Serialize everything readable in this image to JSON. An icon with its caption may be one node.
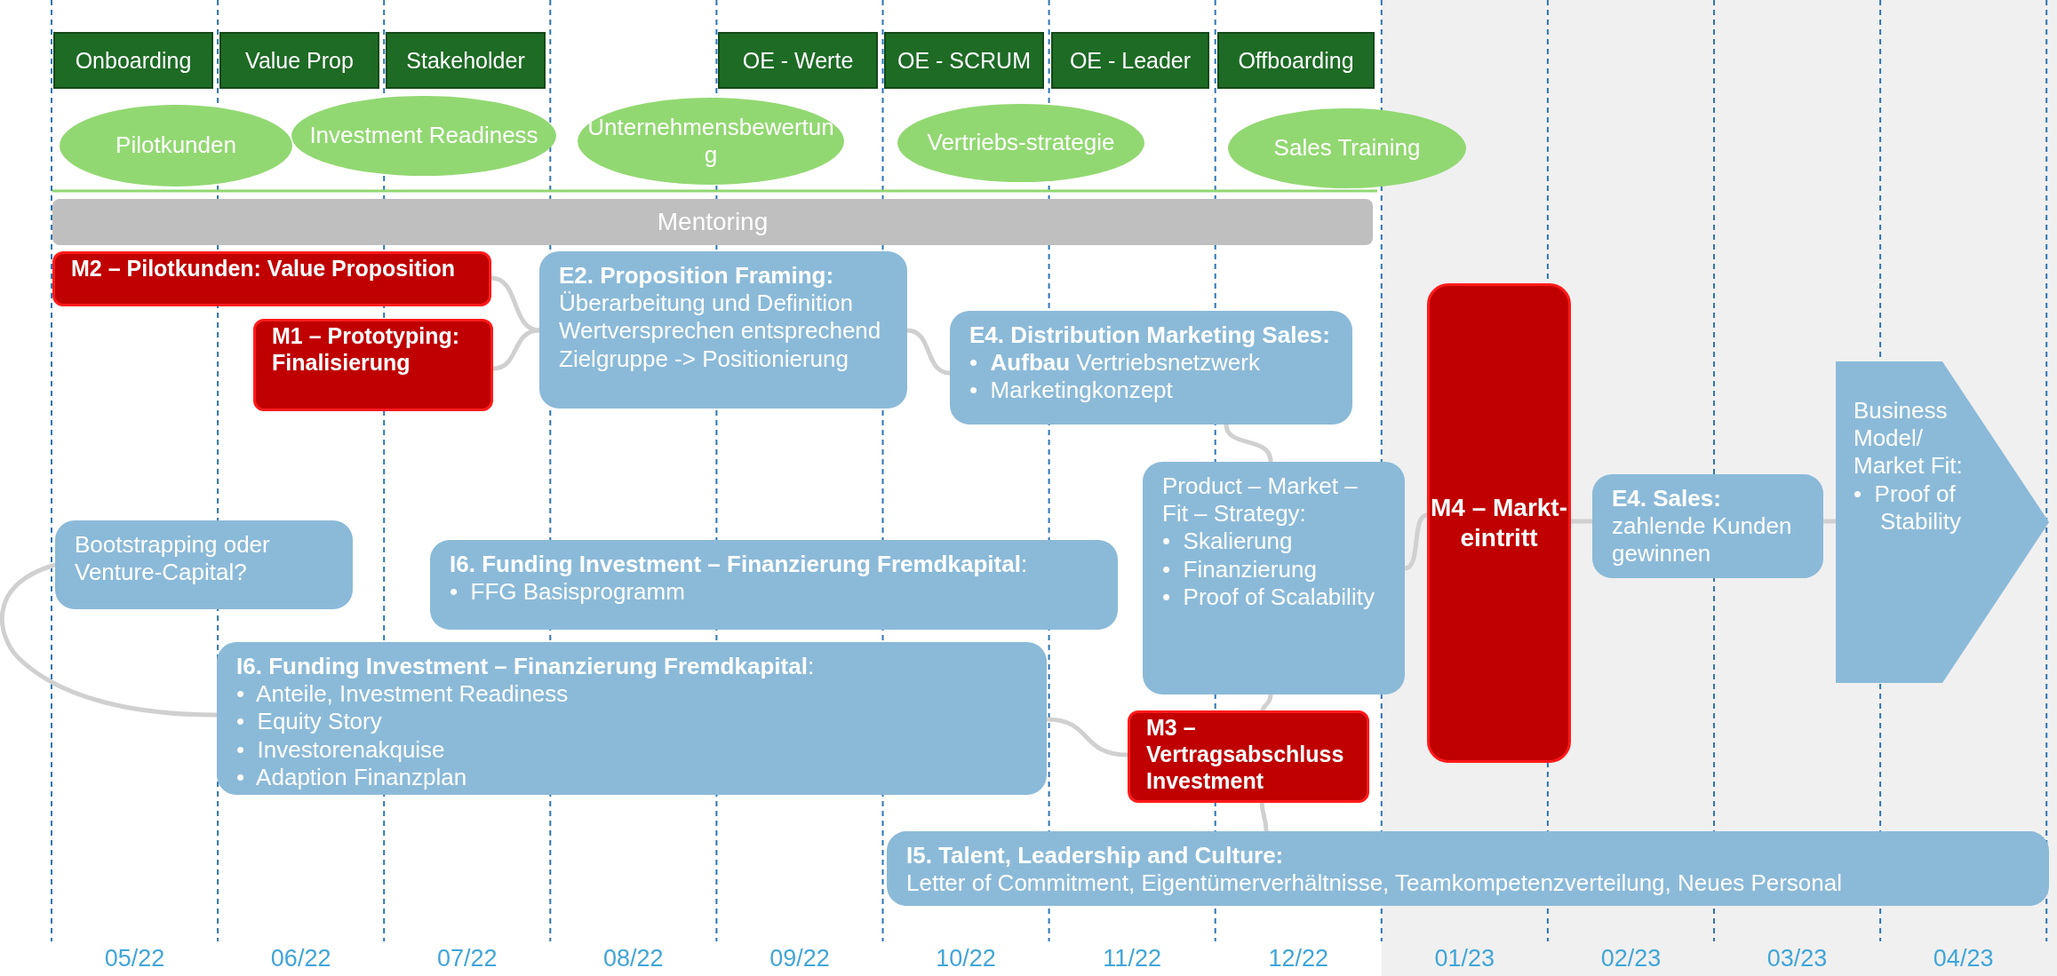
{
  "diagram": {
    "nodes": [
      {
        "text": [
          "Onboarding"
        ]
      },
      {
        "text": [
          "Value Prop"
        ]
      },
      {
        "text": [
          "Stakeholder"
        ]
      },
      {
        "text": [
          "OE - Werte"
        ]
      },
      {
        "text": [
          "OE - SCRUM"
        ]
      },
      {
        "text": [
          "OE - Leader"
        ]
      },
      {
        "text": [
          "Offboarding"
        ]
      },
      {
        "text": [
          "Pilotkunden"
        ]
      },
      {
        "text": [
          "Investment Readiness"
        ]
      },
      {
        "text": [
          "Unternehmensbewertung"
        ]
      },
      {
        "text": [
          "Vertriebs-strategie"
        ]
      },
      {
        "text": [
          "Sales Training"
        ]
      },
      {
        "text": [
          "Mentoring"
        ]
      },
      {
        "text": [
          "M2 – Pilotkunden: Value Proposition"
        ]
      },
      {
        "text": [
          "E2. Proposition Framing:",
          "Überarbeitung und Definition Wertversprechen entsprechend Zielgruppe -> Positionierung"
        ]
      },
      {
        "text": [
          "M1 – Prototyping: Finalisierung"
        ]
      },
      {
        "text": [
          "E4. Distribution Marketing Sales:",
          "•  **Aufbau** Vertriebsnetzwerk",
          "•  Marketingkonzept"
        ]
      },
      {
        "text": [
          "M4 – Markt-eintritt"
        ]
      },
      {
        "text": [
          "Product – Market – Fit – Strategy:",
          "•  Skalierung",
          "•  Finanzierung",
          "•  Proof of Scalability"
        ]
      },
      {
        "text": [
          "E4. Sales:",
          "zahlende Kunden gewinnen"
        ]
      },
      {
        "text": [
          "Business Model/ Market Fit:",
          "•  Proof of Stability"
        ]
      },
      {
        "text": [
          "Bootstrapping oder Venture-Capital?"
        ]
      },
      {
        "text": [
          "**I6. Funding Investment – Finanzierung Fremdkapital**:",
          "•  FFG Basisprogramm"
        ]
      },
      {
        "text": [
          "**I6. Funding Investment – Finanzierung Fremdkapital**:",
          "•  Anteile, Investment Readiness",
          "•  Equity Story",
          "•  Investorenakquise",
          "•  Adaption Finanzplan"
        ]
      },
      {
        "text": [
          "M3 – Vertragsabschluss Investment"
        ]
      },
      {
        "text": [
          "I5. Talent, Leadership and Culture:",
          "Letter of Commitment, Eigentümerverhältnisse, Teamkompetenzverteilung, Neues Personal"
        ]
      }
    ],
    "edges": [
      {
        "from": 13,
        "to": 14,
        "arrow": "none"
      },
      {
        "from": 15,
        "to": 14,
        "arrow": "none"
      },
      {
        "from": 14,
        "to": 16,
        "arrow": "none"
      },
      {
        "from": 16,
        "to": 18,
        "arrow": "none"
      },
      {
        "from": 18,
        "to": 17,
        "arrow": "none"
      },
      {
        "from": 17,
        "to": 19,
        "arrow": "none"
      },
      {
        "from": 19,
        "to": 20,
        "arrow": "none"
      },
      {
        "from": 18,
        "to": 24,
        "arrow": "none"
      },
      {
        "from": 21,
        "to": 23,
        "arrow": "none"
      },
      {
        "from": 23,
        "to": 24,
        "arrow": "none"
      },
      {
        "from": 24,
        "to": 25,
        "arrow": "none"
      }
    ],
    "labels": [
      "05/22",
      "06/22",
      "07/22",
      "08/22",
      "09/22",
      "10/22",
      "11/22",
      "12/22",
      "01/23",
      "02/23",
      "03/23",
      "04/23"
    ]
  }
}
